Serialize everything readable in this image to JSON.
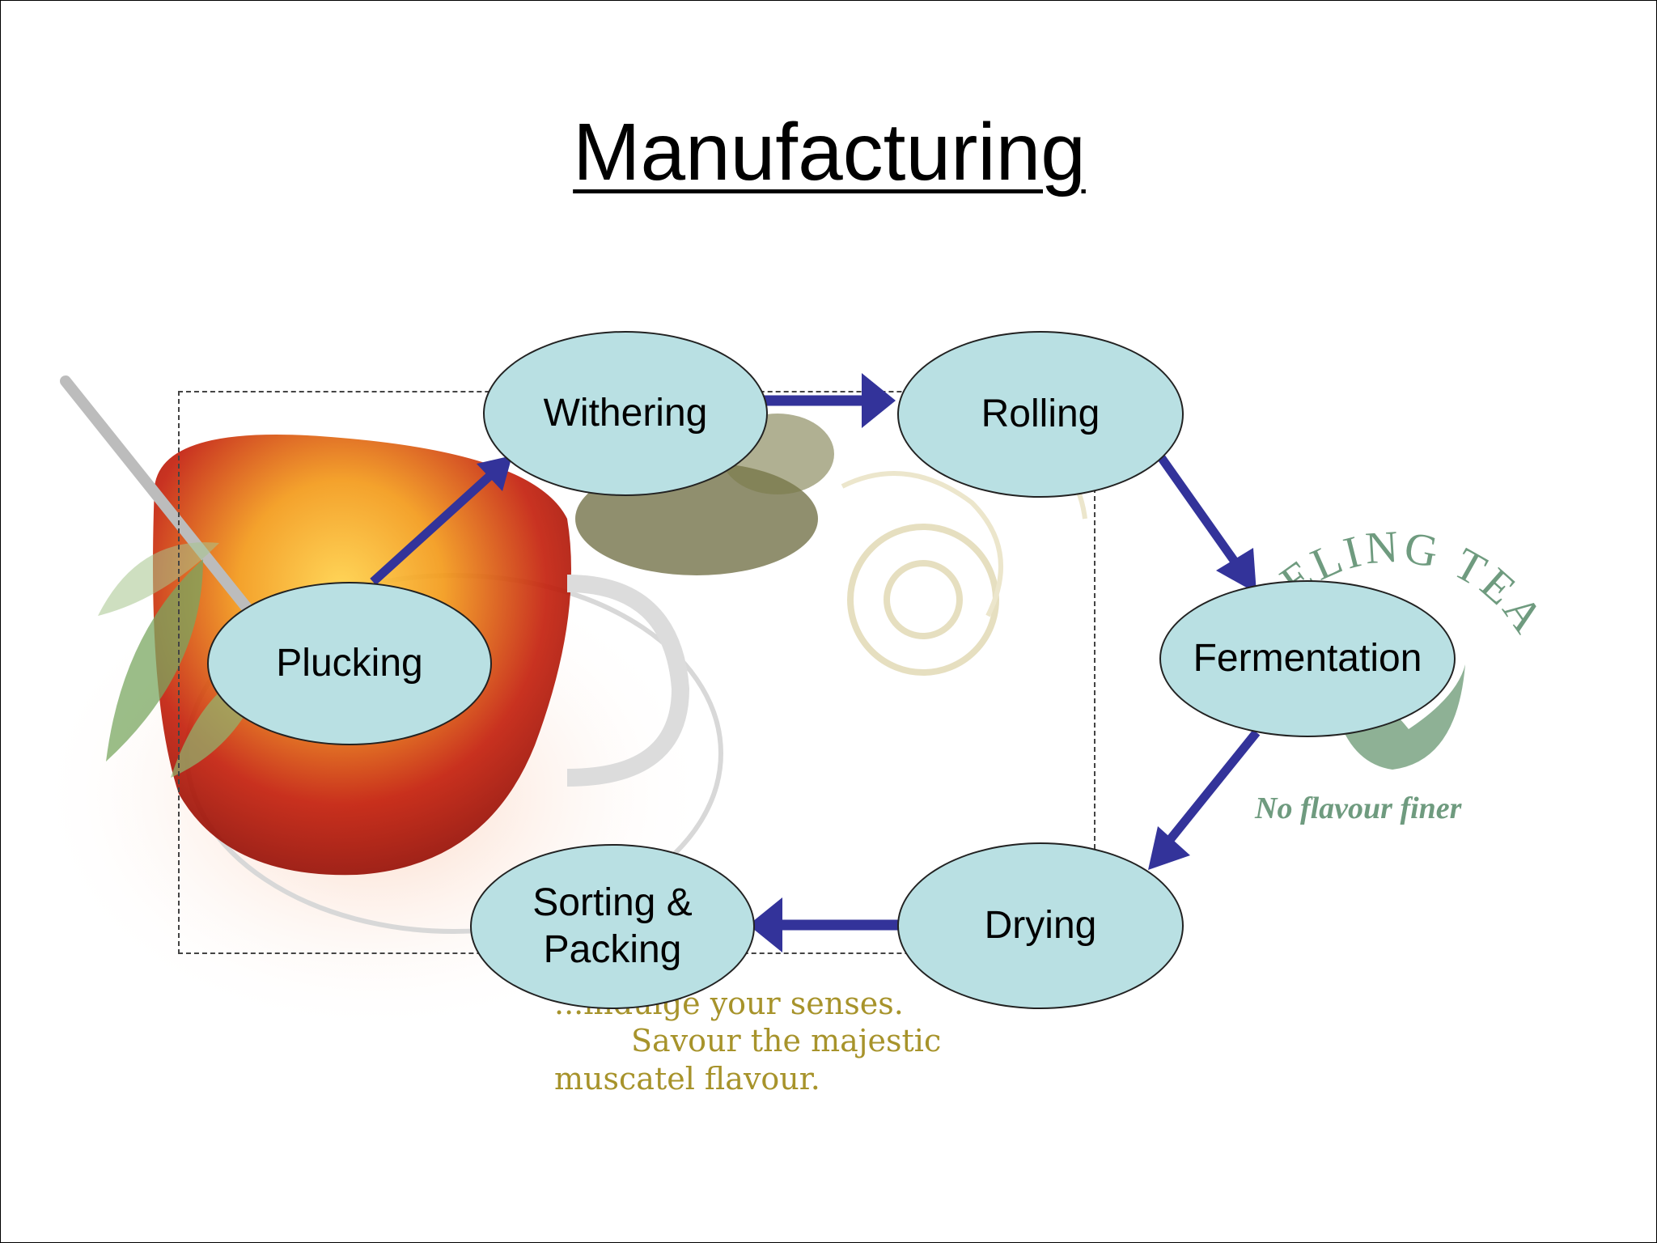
{
  "title": "Manufacturing",
  "stages": {
    "plucking": "Plucking",
    "withering": "Withering",
    "rolling": "Rolling",
    "fermentation": "Fermentation",
    "drying": "Drying",
    "sorting": "Sorting &\nPacking"
  },
  "flow": [
    "Plucking",
    "Withering",
    "Rolling",
    "Fermentation",
    "Drying",
    "Sorting & Packing"
  ],
  "background": {
    "tagline": [
      "...indulge your senses.",
      "Savour the majestic",
      "muscatel flavour."
    ],
    "brand_arc": "ELING TEA",
    "brand_slogan": "No flavour finer"
  },
  "colors": {
    "node_fill": "#b9e0e3",
    "arrow": "#33339a",
    "tagline": "#a7932b",
    "brand": "#6f9b7f"
  }
}
